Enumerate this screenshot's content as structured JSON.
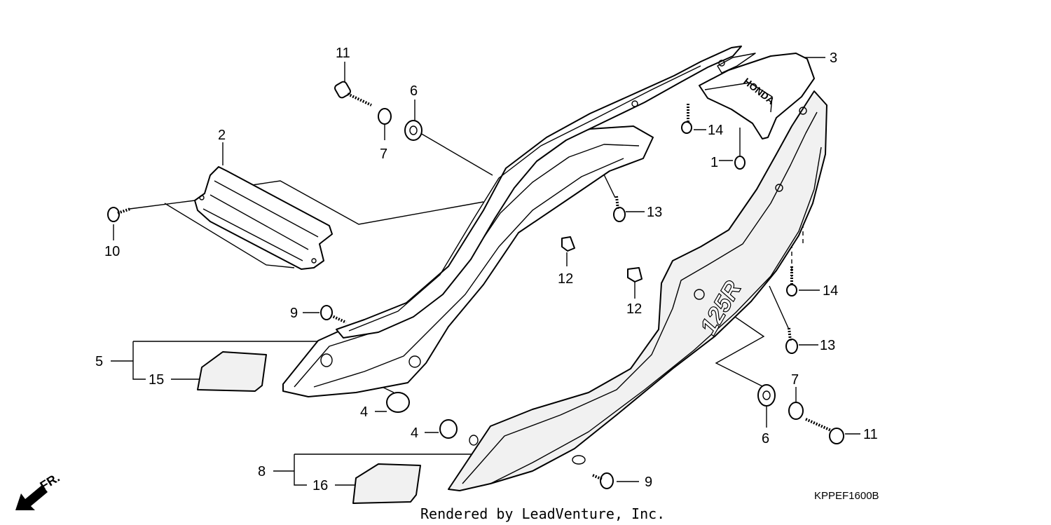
{
  "diagram": {
    "drawing_code": "KPPEF1600B",
    "credit": "Rendered by LeadVenture, Inc.",
    "direction_label": "FR.",
    "cover_text": "HONDA",
    "decal_text": "125R",
    "callouts": {
      "c1": "1",
      "c2": "2",
      "c3": "3",
      "c4a": "4",
      "c4b": "4",
      "c5": "5",
      "c6a": "6",
      "c6b": "6",
      "c7a": "7",
      "c7b": "7",
      "c8": "8",
      "c9a": "9",
      "c9b": "9",
      "c10": "10",
      "c11a": "11",
      "c11b": "11",
      "c12a": "12",
      "c12b": "12",
      "c13a": "13",
      "c13b": "13",
      "c14a": "14",
      "c14b": "14",
      "c15": "15",
      "c16": "16"
    }
  }
}
